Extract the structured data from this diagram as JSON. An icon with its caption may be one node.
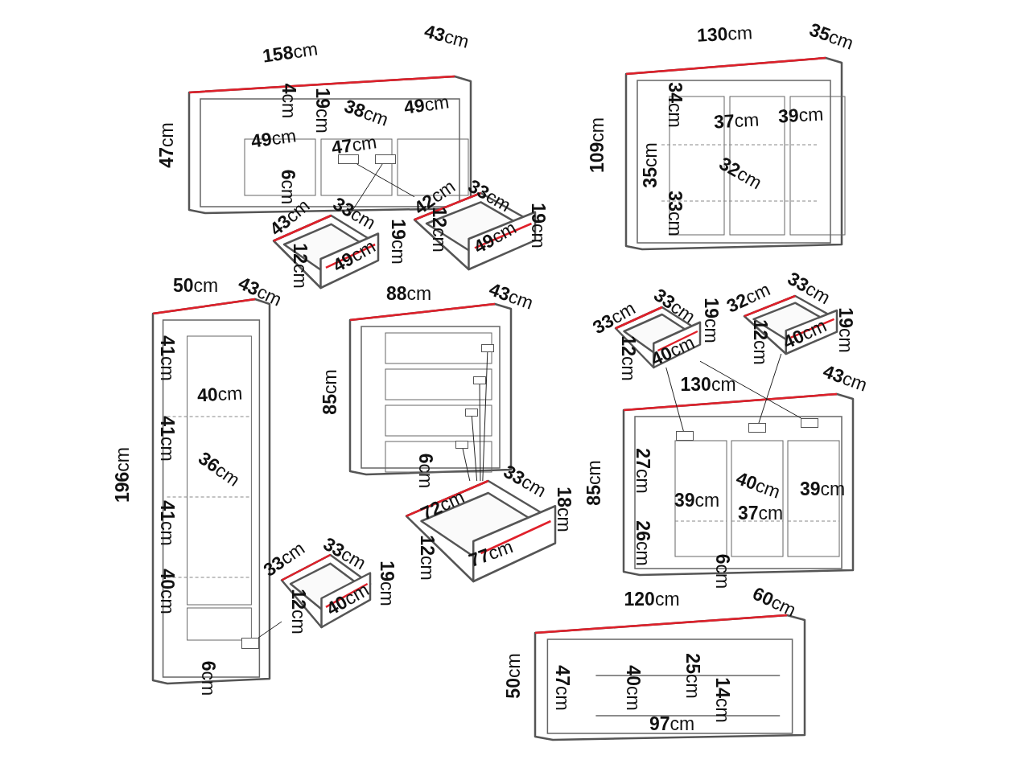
{
  "diagram": {
    "nodes": [
      {
        "text": [],
        "shape": "picture"
      },
      {
        "text": [],
        "shape": "picture"
      },
      {
        "text": [],
        "shape": "picture"
      },
      {
        "text": [],
        "shape": "picture"
      },
      {
        "text": [],
        "shape": "picture"
      },
      {
        "text": [],
        "shape": "picture"
      },
      {
        "text": [],
        "shape": "picture"
      },
      {
        "text": [],
        "shape": "picture"
      },
      {
        "text": [],
        "shape": "picture"
      },
      {
        "text": [],
        "shape": "picture"
      },
      {
        "text": [],
        "shape": "picture"
      },
      {
        "text": [],
        "shape": "picture"
      },
      {
        "text": [],
        "shape": "box",
        "in": 0
      },
      {
        "text": [],
        "shape": "box",
        "in": 0
      },
      {
        "text": [],
        "shape": "box",
        "in": 4
      },
      {
        "text": [],
        "shape": "box",
        "in": 6
      },
      {
        "text": [],
        "shape": "box",
        "in": 6
      },
      {
        "text": [],
        "shape": "box",
        "in": 6
      },
      {
        "text": [],
        "shape": "box",
        "in": 6
      },
      {
        "text": [],
        "shape": "box",
        "in": 8
      },
      {
        "text": [],
        "shape": "box",
        "in": 8
      },
      {
        "text": [],
        "shape": "box",
        "in": 8
      }
    ],
    "edges": [
      {
        "from": 13,
        "to": 1,
        "arrow": "none"
      },
      {
        "from": 12,
        "to": 2,
        "arrow": "none"
      },
      {
        "from": 14,
        "to": 5,
        "arrow": "none"
      },
      {
        "from": 15,
        "to": 7,
        "arrow": "none"
      },
      {
        "from": 16,
        "to": 7,
        "arrow": "none"
      },
      {
        "from": 17,
        "to": 7,
        "arrow": "none"
      },
      {
        "from": 18,
        "to": 7,
        "arrow": "none"
      },
      {
        "from": 19,
        "to": 9,
        "arrow": "none"
      },
      {
        "from": 21,
        "to": 9,
        "arrow": "none"
      },
      {
        "from": 20,
        "to": 10,
        "arrow": "none"
      }
    ],
    "labels": [
      "**158**cm",
      "**43**cm",
      "**47**cm",
      "**4**cm",
      "**19**cm",
      "**38**cm",
      "**49**cm",
      "**49**cm",
      "**47**cm",
      "**6**cm",
      "**43**cm",
      "**33**cm",
      "**12**cm",
      "**49**cm",
      "**19**cm",
      "**42**cm",
      "**33**cm",
      "**12**cm",
      "**49**cm",
      "**19**cm",
      "**130**cm",
      "**35**cm",
      "**109**cm",
      "**34**cm",
      "**35**cm",
      "**33**cm",
      "**37**cm",
      "**39**cm",
      "**32**cm",
      "**50**cm",
      "**43**cm",
      "**196**cm",
      "**41**cm",
      "**40**cm",
      "**41**cm",
      "**36**cm",
      "**41**cm",
      "**40**cm",
      "**33**cm",
      "**33**cm",
      "**12**cm",
      "**40**cm",
      "**19**cm",
      "**6**cm",
      "**88**cm",
      "**43**cm",
      "**85**cm",
      "**6**cm",
      "**33**cm",
      "**72**cm",
      "**18**cm",
      "**12**cm",
      "**77**cm",
      "**33**cm",
      "**33**cm",
      "**19**cm",
      "**12**cm",
      "**40**cm",
      "**32**cm",
      "**33**cm",
      "**12**cm",
      "**40**cm",
      "**19**cm",
      "**130**cm",
      "**43**cm",
      "**85**cm",
      "**27**cm",
      "**40**cm",
      "**39**cm",
      "**39**cm",
      "**37**cm",
      "**26**cm",
      "**6**cm",
      "**120**cm",
      "**60**cm",
      "**50**cm",
      "**47**cm",
      "**40**cm",
      "**25**cm",
      "**14**cm",
      "**97**cm"
    ]
  }
}
